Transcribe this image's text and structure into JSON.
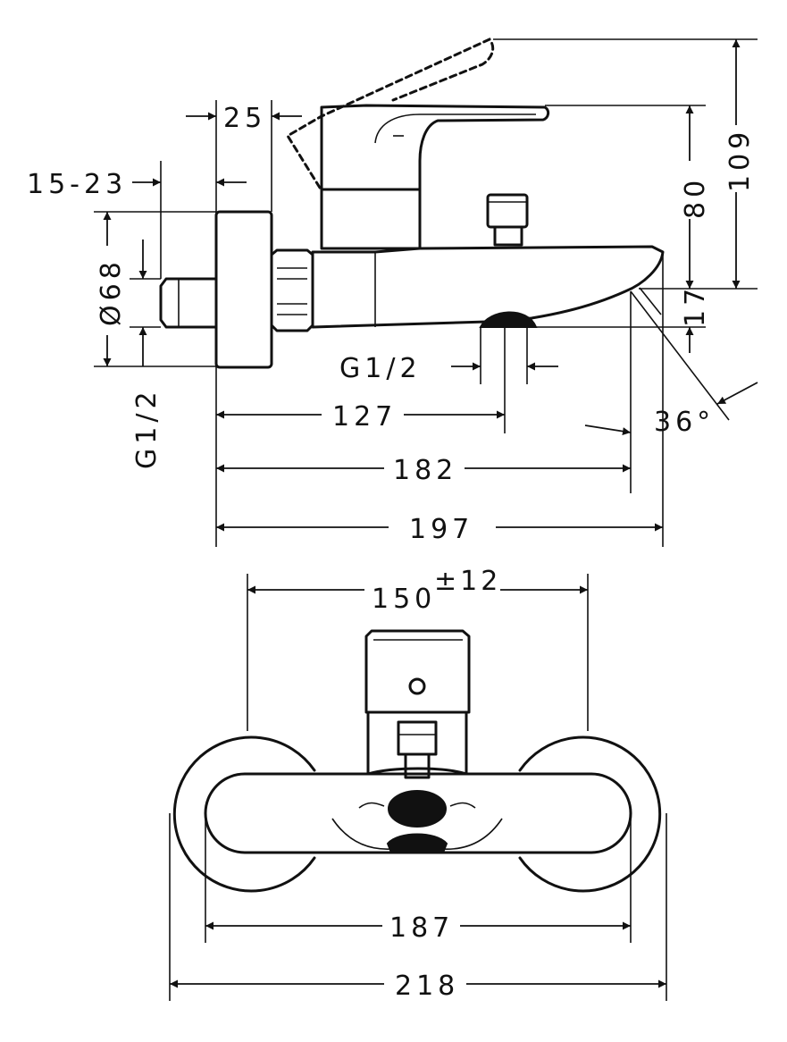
{
  "dimensions": {
    "d_25": "25",
    "d_15_23": "15-23",
    "d_dia68": "Ø68",
    "d_g12_left": "G1/2",
    "d_g12_spout": "G1/2",
    "d_127": "127",
    "d_182": "182",
    "d_197": "197",
    "d_109": "109",
    "d_80": "80",
    "d_17": "17",
    "d_36deg": "36°",
    "d_150": "150",
    "d_150_tol": "±12",
    "d_187": "187",
    "d_218": "218"
  }
}
